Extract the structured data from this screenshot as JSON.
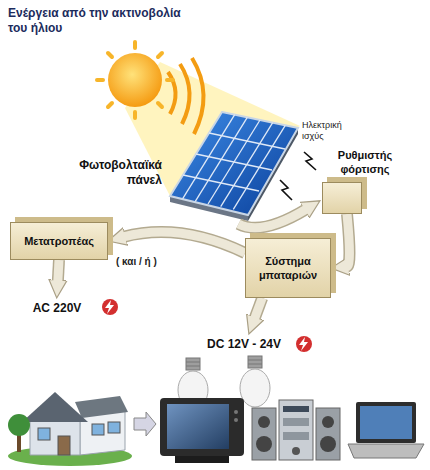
{
  "diagram": {
    "nodes": [
      {
        "text": [
          "Φωτοβολταϊκά πάνελ"
        ]
      },
      {
        "text": [
          "Ρυθμιστής φόρτισης"
        ]
      },
      {
        "text": [
          "Μετατροπέας"
        ]
      },
      {
        "text": [
          "Σύστημα μπαταριών"
        ]
      },
      {
        "text": [
          "AC 220V"
        ]
      },
      {
        "text": [
          "DC 12V - 24V"
        ]
      }
    ],
    "edges": [
      {
        "from": 0,
        "to": 1,
        "arrow": "to"
      },
      {
        "from": 1,
        "to": 3,
        "arrow": "to"
      },
      {
        "from": 3,
        "to": 2,
        "arrow": "to"
      },
      {
        "from": 2,
        "to": 4,
        "arrow": "to"
      },
      {
        "from": 3,
        "to": 5,
        "arrow": "to"
      }
    ],
    "labels": [
      "Ενέργεια από την ακτινοβολία του ήλιου",
      "Ηλεκτρική ισχύς",
      "( και / ή )"
    ]
  }
}
